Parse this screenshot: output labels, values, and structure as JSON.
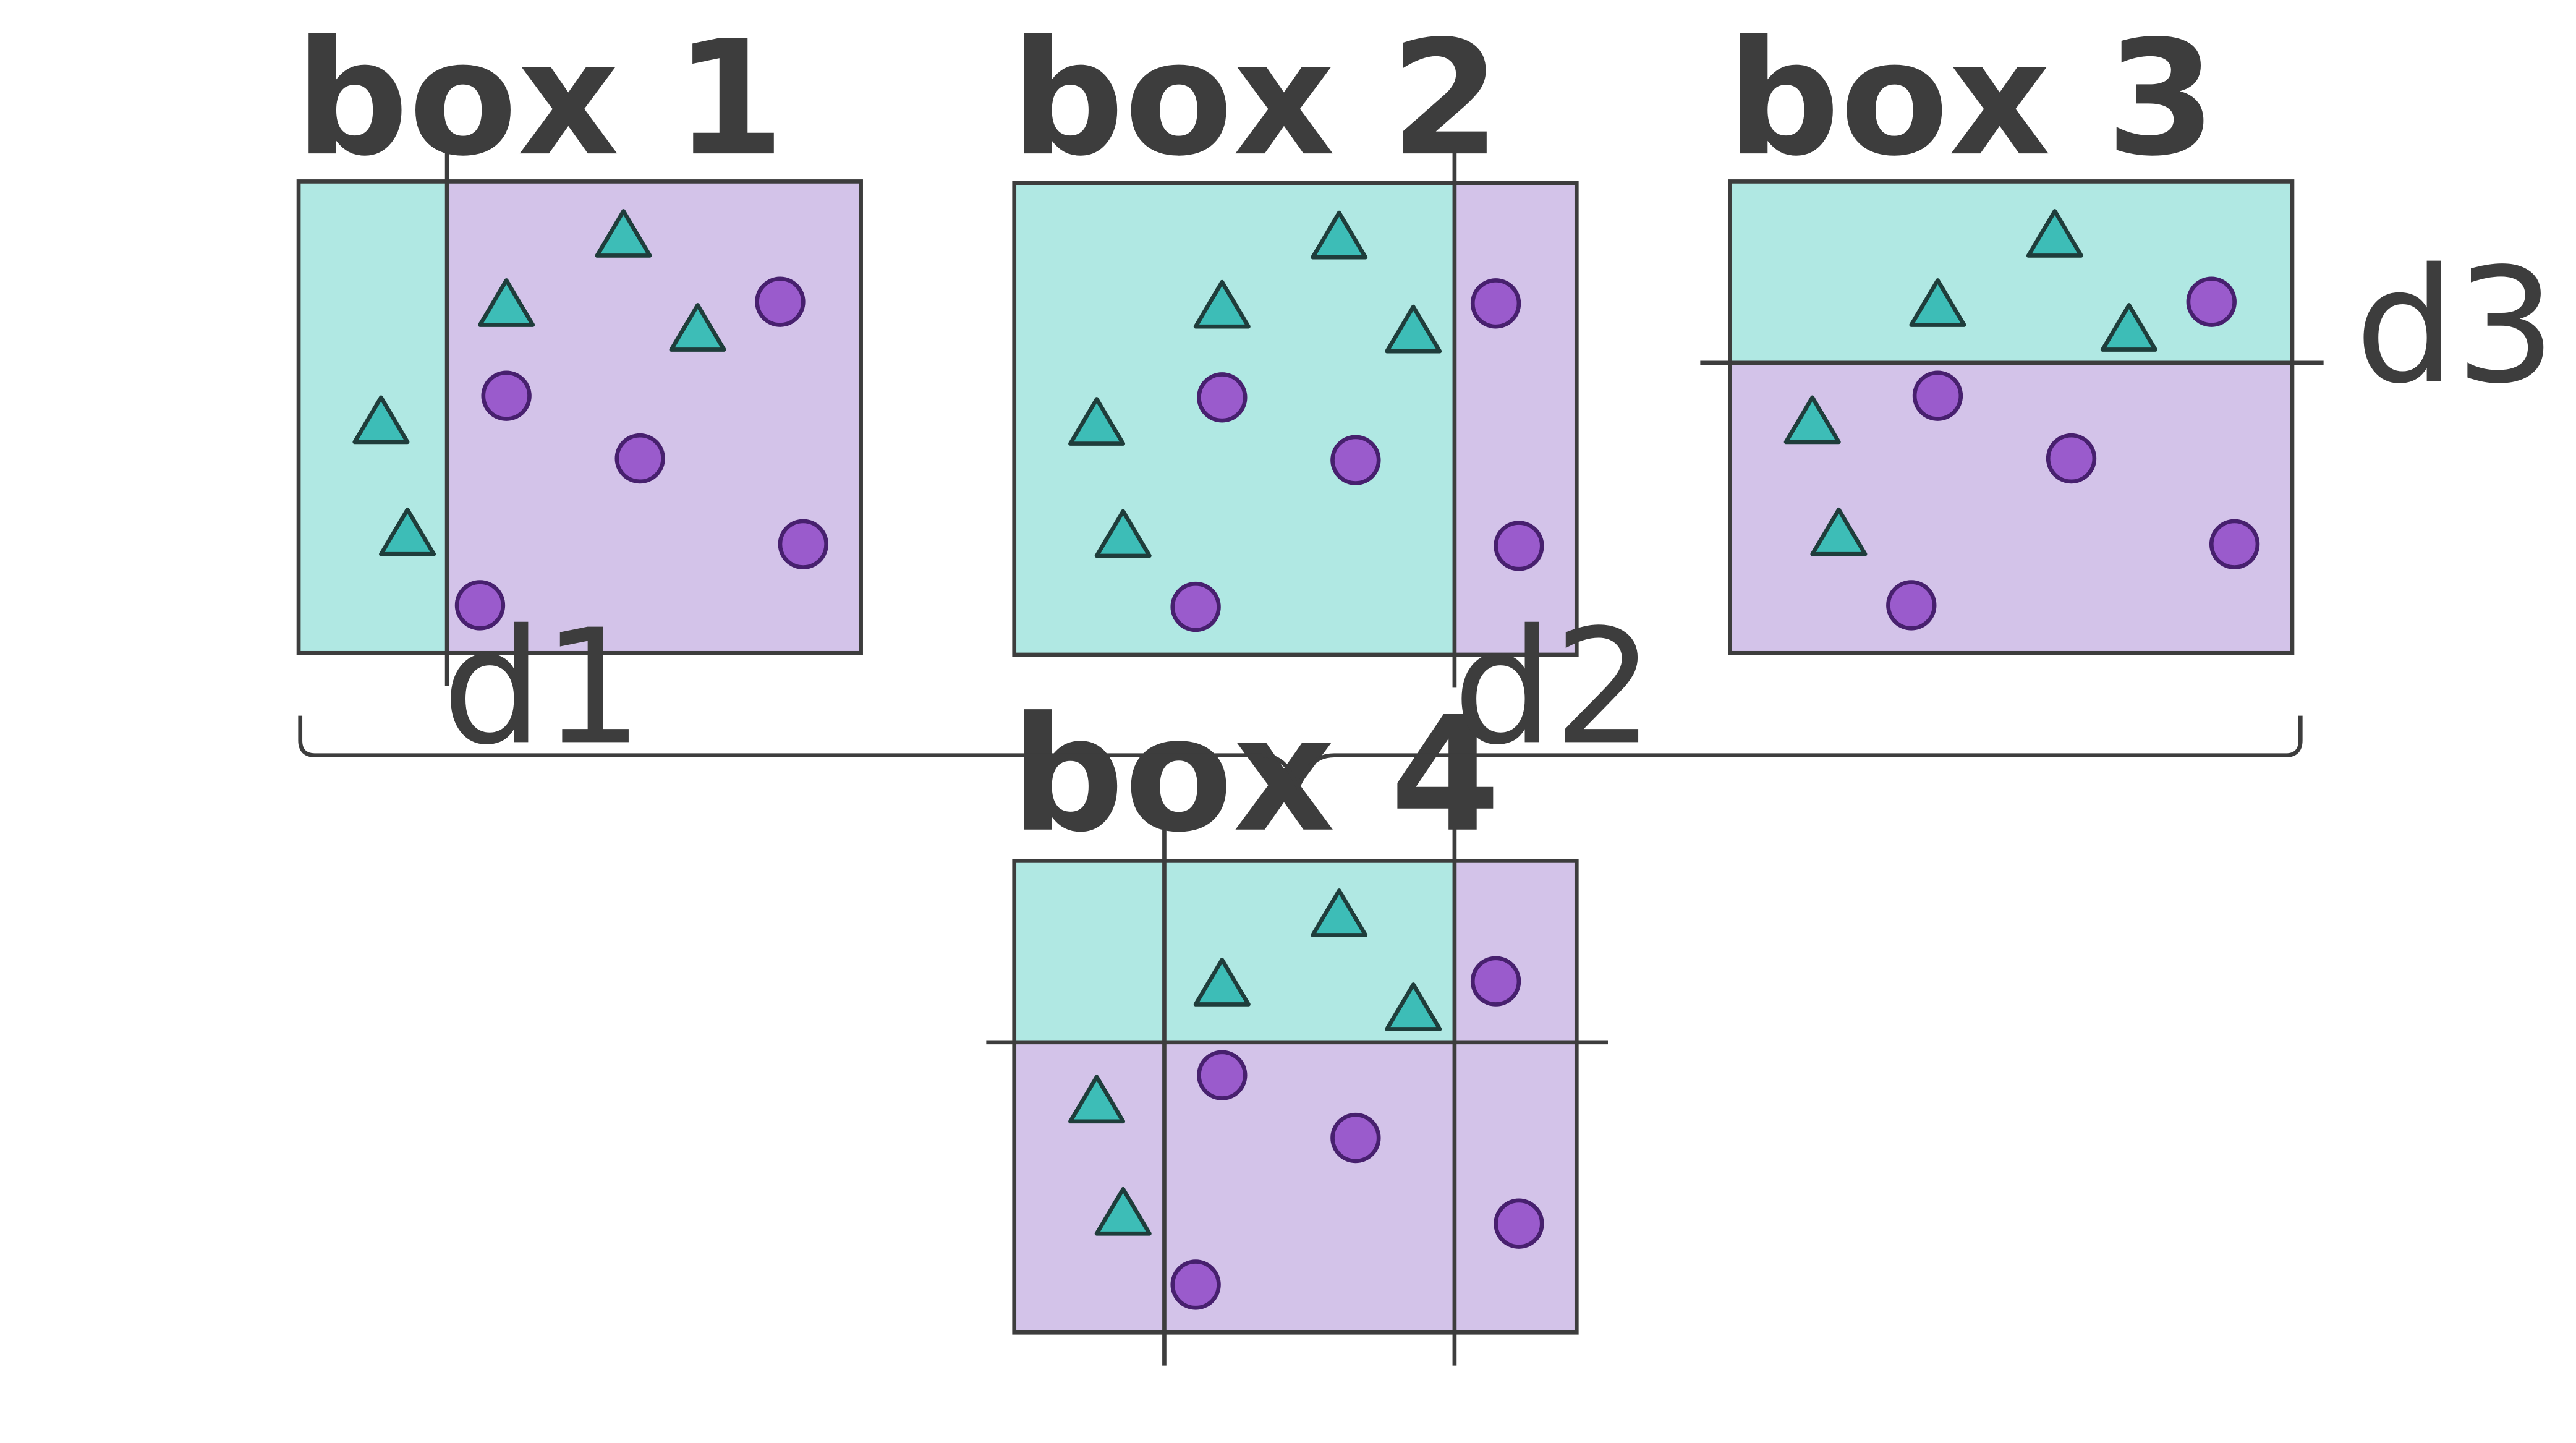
{
  "colors": {
    "class_a_region": "#b0e8e3",
    "class_b_region": "#d3c3e9",
    "class_a_marker": "#3dbdb7",
    "class_b_marker": "#9a5bcc",
    "marker_outline_a": "#1f3d3b",
    "marker_outline_b": "#47206e",
    "line": "#3d3d3d"
  },
  "boxes": [
    {
      "id": "box1",
      "title": "box 1",
      "split_label": "d1"
    },
    {
      "id": "box2",
      "title": "box 2",
      "split_label": "d2"
    },
    {
      "id": "box3",
      "title": "box 3",
      "split_label": "d3"
    },
    {
      "id": "box4",
      "title": "box 4"
    }
  ],
  "markers": {
    "triangle": "triangle-icon",
    "circle": "circle-icon"
  }
}
